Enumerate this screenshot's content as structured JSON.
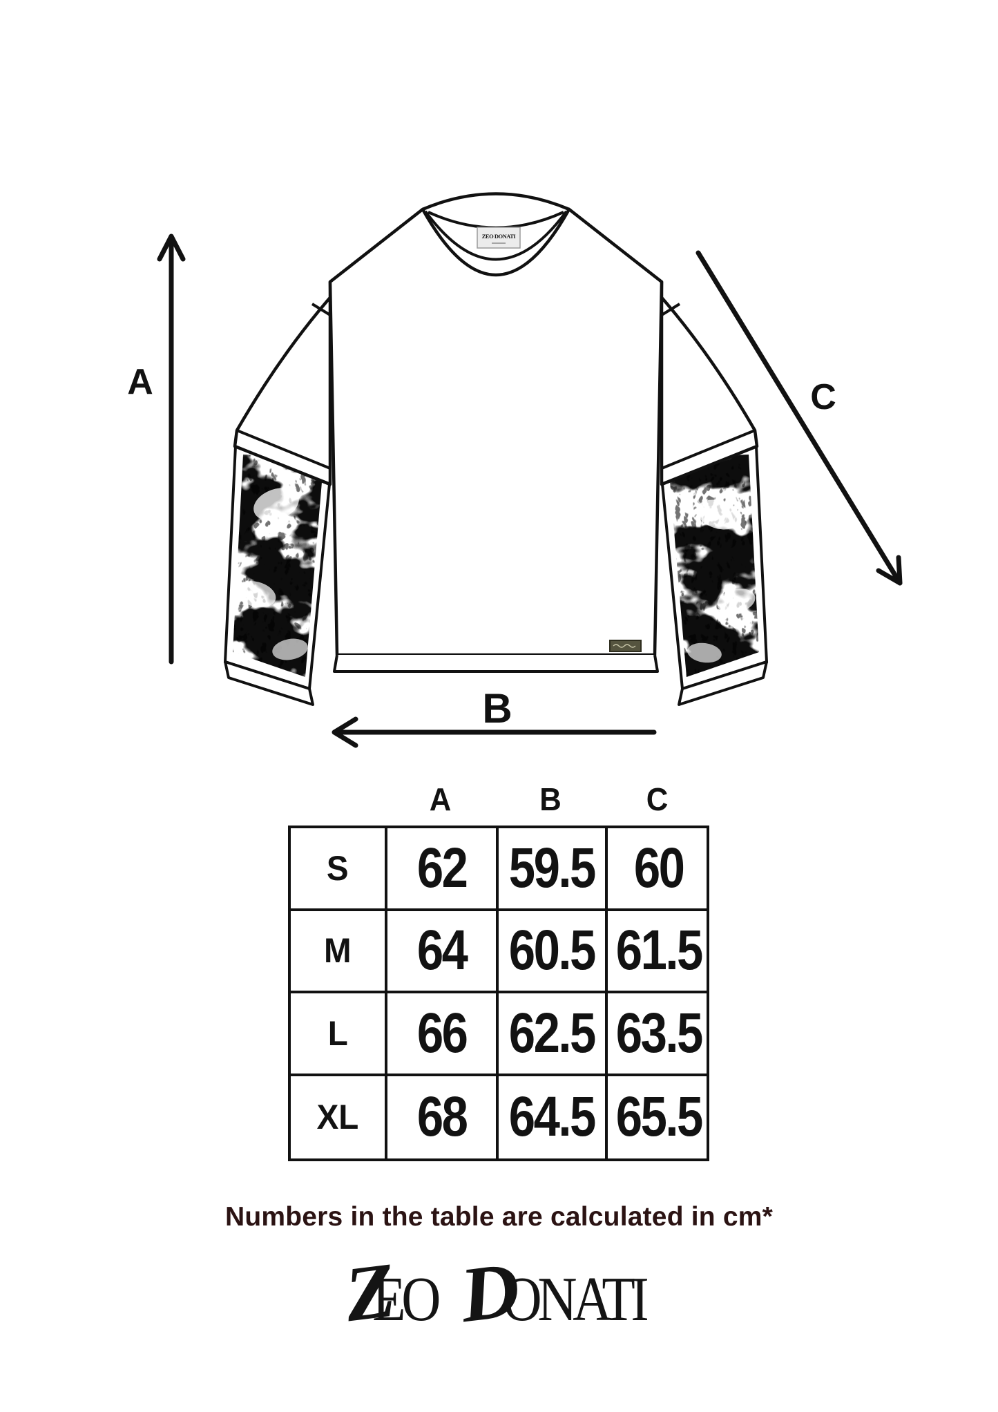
{
  "diagram": {
    "measure_labels": {
      "a": "A",
      "b": "B",
      "c": "C"
    },
    "neck_label_text": "ZEO DONATI"
  },
  "size_table": {
    "columns": [
      "A",
      "B",
      "C"
    ],
    "rows": [
      {
        "size": "S",
        "a": "62",
        "b": "59.5",
        "c": "60"
      },
      {
        "size": "M",
        "a": "64",
        "b": "60.5",
        "c": "61.5"
      },
      {
        "size": "L",
        "a": "66",
        "b": "62.5",
        "c": "63.5"
      },
      {
        "size": "XL",
        "a": "68",
        "b": "64.5",
        "c": "65.5"
      }
    ]
  },
  "footer": {
    "note": "Numbers in the table are calculated in cm*"
  },
  "brand": {
    "name": "ZEO DONATI",
    "part1_swash": "Z",
    "part1_caps": "EO",
    "part2_swash": "D",
    "part2_caps": "ONATI"
  },
  "colors": {
    "ink": "#111111",
    "note_text": "#2b1313",
    "neck_label_bg": "#ececec",
    "hem_label_bg": "#55543f"
  }
}
